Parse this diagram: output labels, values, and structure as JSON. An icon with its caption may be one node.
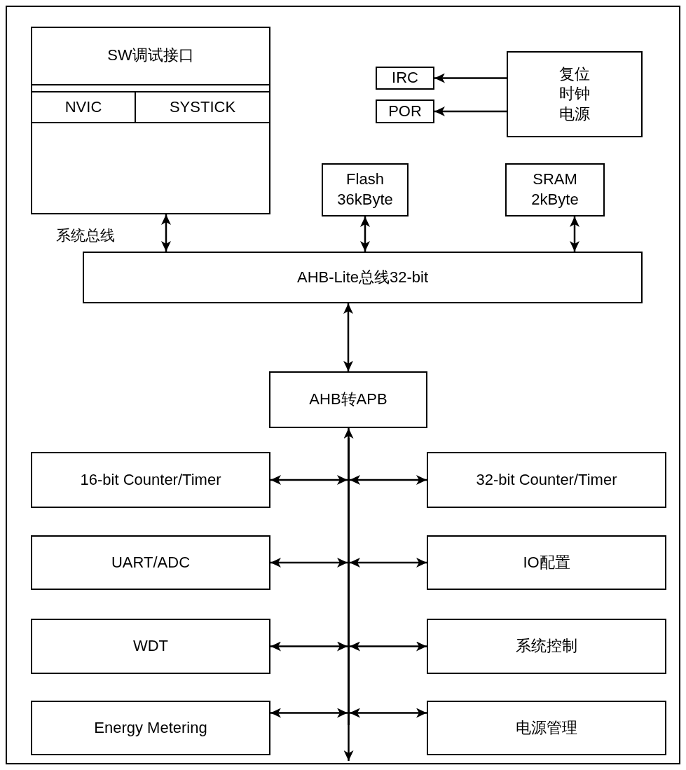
{
  "diagram": {
    "nodes": [
      {
        "text": [],
        "shape": "box"
      },
      {
        "text": [
          "SW调试接口"
        ],
        "in": 0
      },
      {
        "text": [
          "NVIC"
        ],
        "in": 0
      },
      {
        "text": [
          "SYSTICK"
        ],
        "in": 0
      },
      {
        "text": [
          "IRC"
        ]
      },
      {
        "text": [
          "POR"
        ]
      },
      {
        "text": [
          "复位时钟电源"
        ]
      },
      {
        "text": [
          "Flash 36kByte"
        ]
      },
      {
        "text": [
          "SRAM 2kByte"
        ]
      },
      {
        "text": [
          "AHB-Lite总线32-bit"
        ]
      },
      {
        "text": [
          "AHB转APB"
        ]
      },
      {
        "text": [],
        "shape": "bar"
      },
      {
        "text": [
          "16-bit Counter/Timer"
        ]
      },
      {
        "text": [
          "32-bit Counter/Timer"
        ]
      },
      {
        "text": [
          "UART/ADC"
        ]
      },
      {
        "text": [
          "IO配置"
        ]
      },
      {
        "text": [
          "WDT"
        ]
      },
      {
        "text": [
          "系统控制"
        ]
      },
      {
        "text": [
          "Energy Metering"
        ]
      },
      {
        "text": [
          "电源管理"
        ]
      }
    ],
    "edges": [
      {
        "from": 0,
        "to": 9,
        "arrow": "both",
        "label": "系统总线"
      },
      {
        "from": 7,
        "to": 9,
        "arrow": "both"
      },
      {
        "from": 8,
        "to": 9,
        "arrow": "both"
      },
      {
        "from": 9,
        "to": 10,
        "arrow": "both"
      },
      {
        "from": 6,
        "to": 4,
        "arrow": "to"
      },
      {
        "from": 6,
        "to": 5,
        "arrow": "to"
      },
      {
        "from": 11,
        "to": 10,
        "arrow": "to"
      },
      {
        "from": 11,
        "to": null,
        "arrow": "to"
      },
      {
        "from": 11,
        "to": 12,
        "arrow": "both"
      },
      {
        "from": 11,
        "to": 13,
        "arrow": "both"
      },
      {
        "from": 11,
        "to": 14,
        "arrow": "both"
      },
      {
        "from": 11,
        "to": 15,
        "arrow": "both"
      },
      {
        "from": 11,
        "to": 16,
        "arrow": "both"
      },
      {
        "from": 11,
        "to": 17,
        "arrow": "both"
      },
      {
        "from": 11,
        "to": 18,
        "arrow": "both"
      },
      {
        "from": 11,
        "to": 19,
        "arrow": "both"
      }
    ]
  }
}
